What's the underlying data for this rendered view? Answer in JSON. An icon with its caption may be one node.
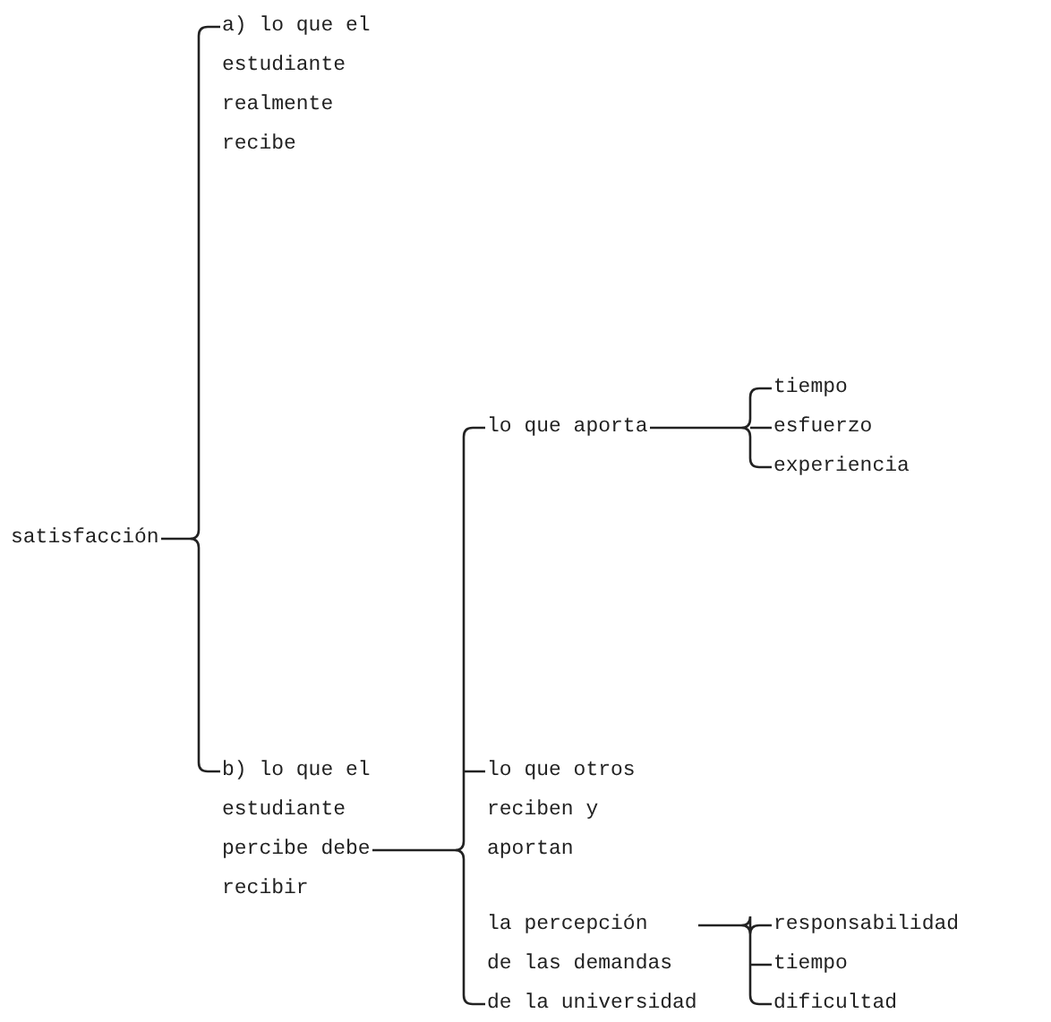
{
  "diagram": {
    "nodes": [
      {
        "text": [
          "satisfacción"
        ]
      },
      {
        "text": [
          "a) lo que el estudiante realmente recibe"
        ]
      },
      {
        "text": [
          "b) lo que el estudiante percibe debe recibir"
        ]
      },
      {
        "text": [
          "lo que aporta"
        ]
      },
      {
        "text": [
          "tiempo"
        ]
      },
      {
        "text": [
          "esfuerzo"
        ]
      },
      {
        "text": [
          "experiencia"
        ]
      },
      {
        "text": [
          "lo que otros reciben y aportan"
        ]
      },
      {
        "text": [
          "la percepción de las demandas de la universidad"
        ]
      },
      {
        "text": [
          "responsabilidad"
        ]
      },
      {
        "text": [
          "tiempo"
        ]
      },
      {
        "text": [
          "dificultad"
        ]
      }
    ],
    "edges": [
      {
        "from": 0,
        "to": 1,
        "arrow": "none"
      },
      {
        "from": 0,
        "to": 2,
        "arrow": "none"
      },
      {
        "from": 2,
        "to": 3,
        "arrow": "none"
      },
      {
        "from": 2,
        "to": 7,
        "arrow": "none"
      },
      {
        "from": 2,
        "to": 8,
        "arrow": "none"
      },
      {
        "from": 3,
        "to": 4,
        "arrow": "none"
      },
      {
        "from": 3,
        "to": 5,
        "arrow": "none"
      },
      {
        "from": 3,
        "to": 6,
        "arrow": "none"
      },
      {
        "from": 8,
        "to": 9,
        "arrow": "none"
      },
      {
        "from": 8,
        "to": 10,
        "arrow": "none"
      },
      {
        "from": 8,
        "to": 11,
        "arrow": "none"
      }
    ]
  }
}
